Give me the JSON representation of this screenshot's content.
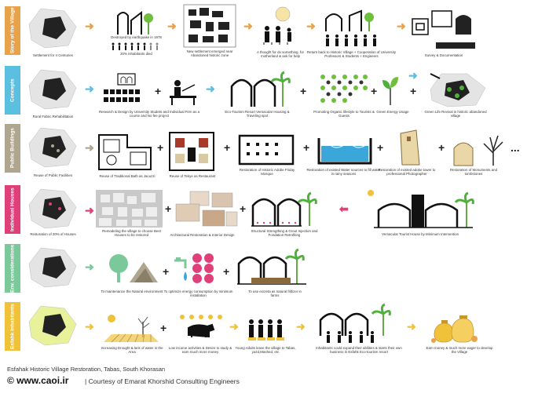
{
  "rows": [
    {
      "label": "Story of the Village",
      "color": "#e8a24a",
      "arrow_color": "#e8a24a",
      "captions": [
        "Settlement for 4 Centuries",
        "Destroyed by earthquake in 1978",
        "20% inhabitants died",
        "New settlement emerged near Abandoned historic zone",
        "A thought for do something, for motherland & ask for help",
        "Return back to Historic Village + Cooperation of University Professors & Students + Engineers",
        "Survey & Documentation"
      ]
    },
    {
      "label": "Concepts",
      "color": "#5bbfe0",
      "arrow_color": "#5bbfe0",
      "captions": [
        "Rural Fabric Rehabilitation",
        "Research & Design by University Studets and Individual Firm as a course and No fee project",
        "Eco-Tourism Resort Vernacular Housing & Traveling spot",
        "Promoting Organic lifestyle to Tourists & Guests",
        "Green Energy Usage",
        "Green Life Revival in historic abandoned village"
      ]
    },
    {
      "label": "Public Buildings",
      "color": "#b0a690",
      "arrow_color": "#b0a690",
      "captions": [
        "Reuse of Public Facilities",
        "Reuse of Traditional Bath as Jacuzzi",
        "Reuse of Tekye as Restaurant",
        "Restoration of Historic Adobe Friday Mosque",
        "Restoration of existed Water sources to fill water in rainy seasons",
        "Restoration of existed adobe tower to professional Photographer",
        "Restoration of Monuments and tombstones"
      ]
    },
    {
      "label": "Individual Houses",
      "color": "#e0407a",
      "arrow_color": "#e0407a",
      "captions": [
        "Restoration of 20% of Houses",
        "Remodeling the village to choose Best Houses to be restored",
        "Architectural Restoration & Interior Design",
        "Structural Strengthing & Grout Injection and Fondation Retrofiting",
        "Vernacular Tourist House by Minimum Intervention"
      ]
    },
    {
      "label": "Env. considerations",
      "color": "#7bc89a",
      "arrow_color": "#7bc89a",
      "captions": [
        "To maintenance the Natural environment",
        "To optimize energy consumption by minimum installation",
        "To use excreta as natural fritlizer in farms"
      ]
    },
    {
      "label": "Esfahk Inhabitants",
      "color": "#f0c23a",
      "arrow_color": "#f0c23a",
      "captions": [
        "Increasing Drought & lack of water in the Area",
        "Low income activities & Desire to study & earn much more money",
        "Young Adults leave the village to Tabas, yazd,Mashed, etc",
        "Inhabitants could expand their abilities & starts their own business in Esfahk Eco-tourism resort",
        "Earn money & much more eager to develop the Village"
      ]
    }
  ],
  "footer": {
    "title": "Esfahak Historic Village Restoration, Tabas, South Khorasan",
    "web": "© www.caoi.ir",
    "credit": "| Courtesy of Emarat Khorshid Consulting Engineers"
  },
  "ellipsis": "...",
  "plus": "+",
  "arrow_right": "➜",
  "arrow_left": "⬅"
}
